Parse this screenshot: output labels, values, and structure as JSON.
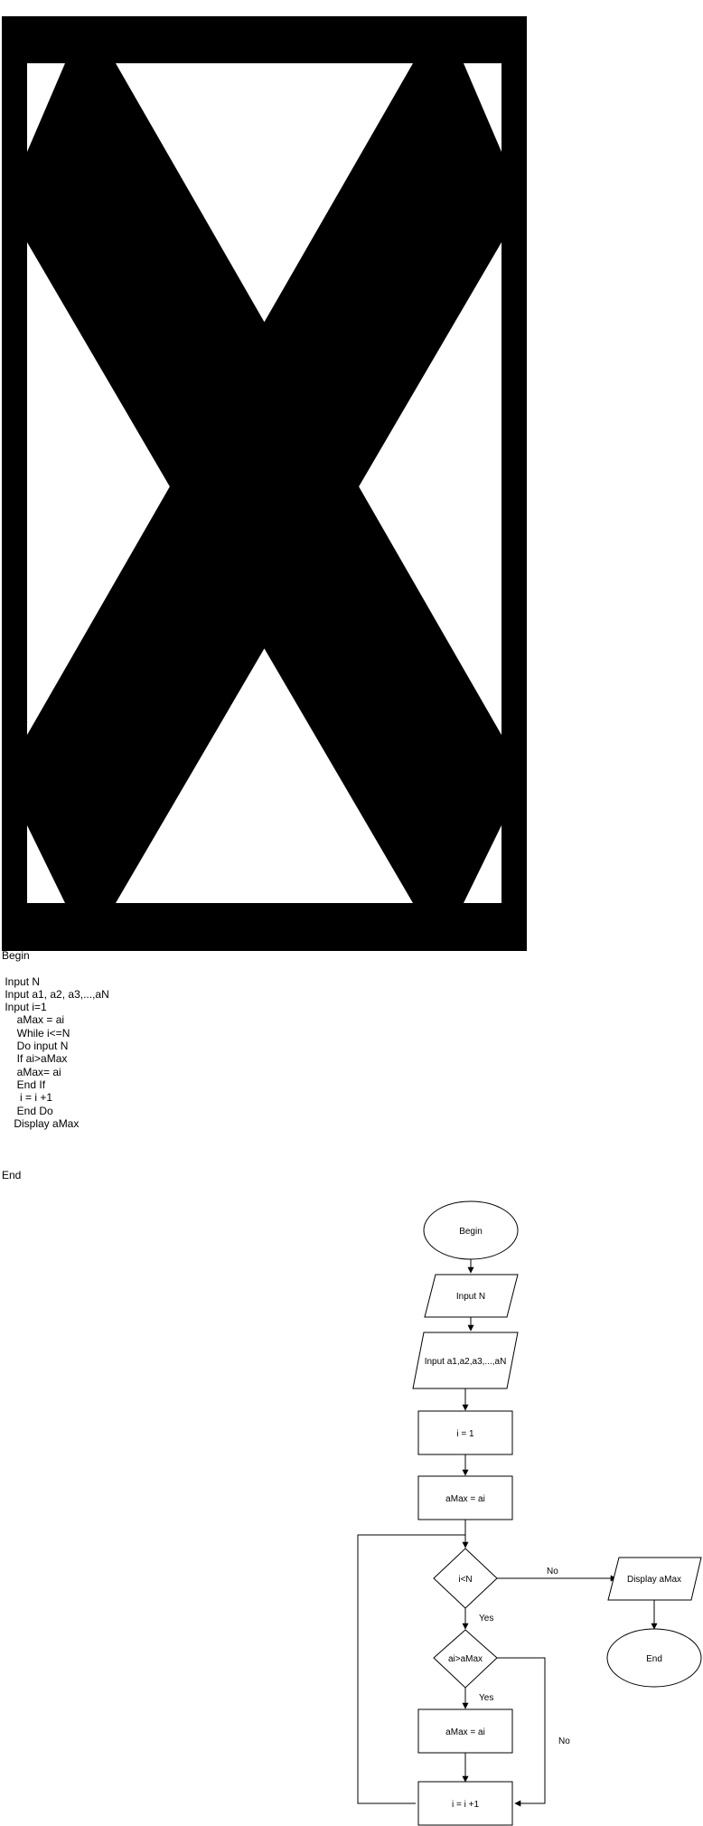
{
  "image": {
    "icon": "broken-image-icon"
  },
  "pseudocode": {
    "lines": [
      "Begin",
      "",
      " Input N",
      " Input a1, a2, a3,...,aN",
      " Input i=1",
      "     aMax = ai",
      "     While i<=N",
      "     Do input N",
      "     If ai>aMax",
      "     aMax= ai",
      "     End If",
      "      i = i +1",
      "     End Do",
      "    Display aMax",
      "",
      "",
      "",
      "End"
    ]
  },
  "flowchart": {
    "begin": "Begin",
    "input_n": "Input N",
    "input_a": "Input a1,a2,a3,...,aN",
    "init_i": "i = 1",
    "amax_init": "aMax = ai",
    "cond_loop": "i<N",
    "cond_max": "ai>aMax",
    "amax_update": "aMax = ai",
    "increment": "i = i +1",
    "display": "Display aMax",
    "end": "End",
    "label_yes_1": "Yes",
    "label_yes_2": "Yes",
    "label_no_1": "No",
    "label_no_2": "No"
  }
}
